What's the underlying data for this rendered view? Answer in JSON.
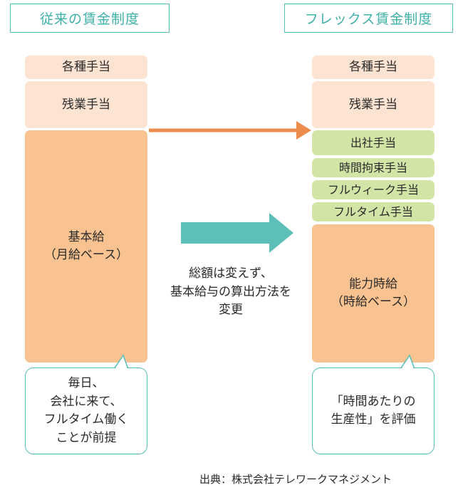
{
  "left": {
    "header": "従来の賃金制度",
    "blocks": [
      "各種手当",
      "残業手当",
      "基本給\n（月給ベース）"
    ],
    "bubble": "毎日、\n会社に来て、\nフルタイム働く\nことが前提"
  },
  "right": {
    "header": "フレックス賃金制度",
    "blocks": [
      "各種手当",
      "残業手当",
      "出社手当",
      "時間拘束手当",
      "フルウィーク手当",
      "フルタイム手当",
      "能力時給\n（時給ベース）"
    ],
    "bubble": "「時間あたりの\n生産性」を評価"
  },
  "middle_text": "総額は変えず、\n基本給与の算出方法を\n変更",
  "source": "出典：株式会社テレワークマネジメント",
  "colors": {
    "teal": "#57bfb8",
    "orange_arrow": "#ec8b4b",
    "teal_arrow": "#5dbfb8",
    "light_peach": "#fde4d2",
    "peach": "#f8c391",
    "green": "#d3e5a6"
  }
}
